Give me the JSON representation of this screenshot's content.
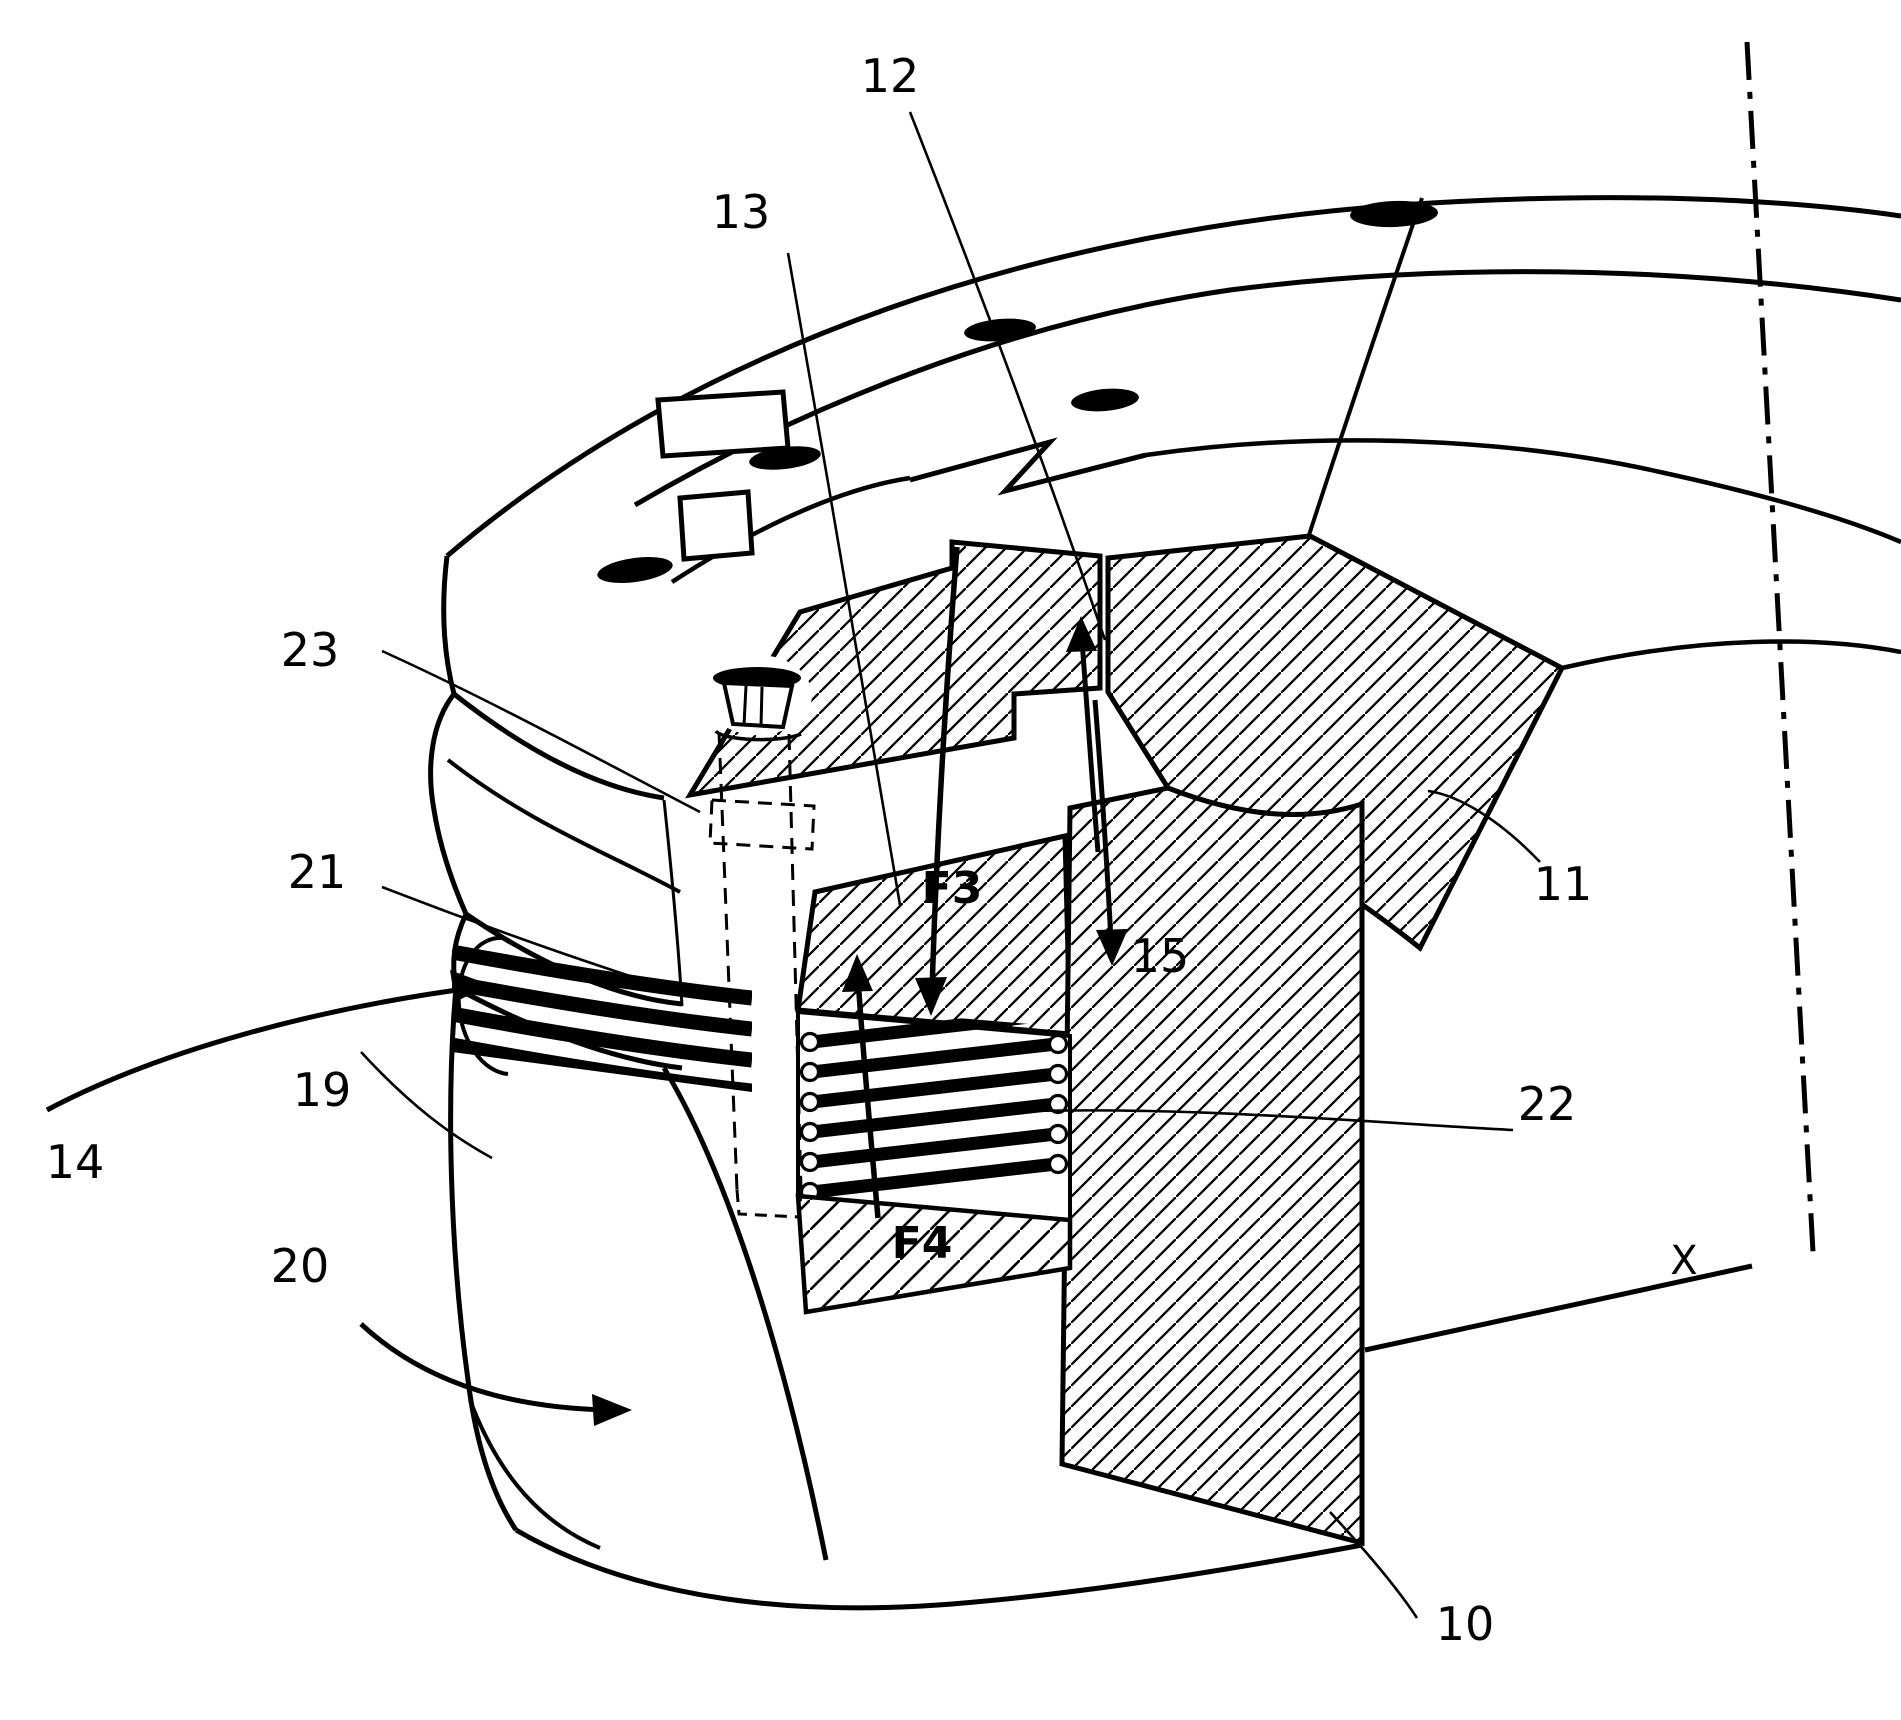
{
  "figure": {
    "kind": "patent-technical-drawing",
    "subject": "sectioned slewing ring assembly with preload springs, fastener and force arrows",
    "colors": {
      "line": "#000000",
      "background": "#ffffff"
    },
    "axis": {
      "label": "X"
    },
    "forces": {
      "f3": "F3",
      "f4": "F4"
    },
    "reference_numerals": {
      "part_10": "10",
      "part_11": "11",
      "part_12": "12",
      "part_13": "13",
      "part_14": "14",
      "part_15": "15",
      "part_19": "19",
      "part_20": "20",
      "part_21": "21",
      "part_22": "22",
      "part_23": "23"
    }
  }
}
